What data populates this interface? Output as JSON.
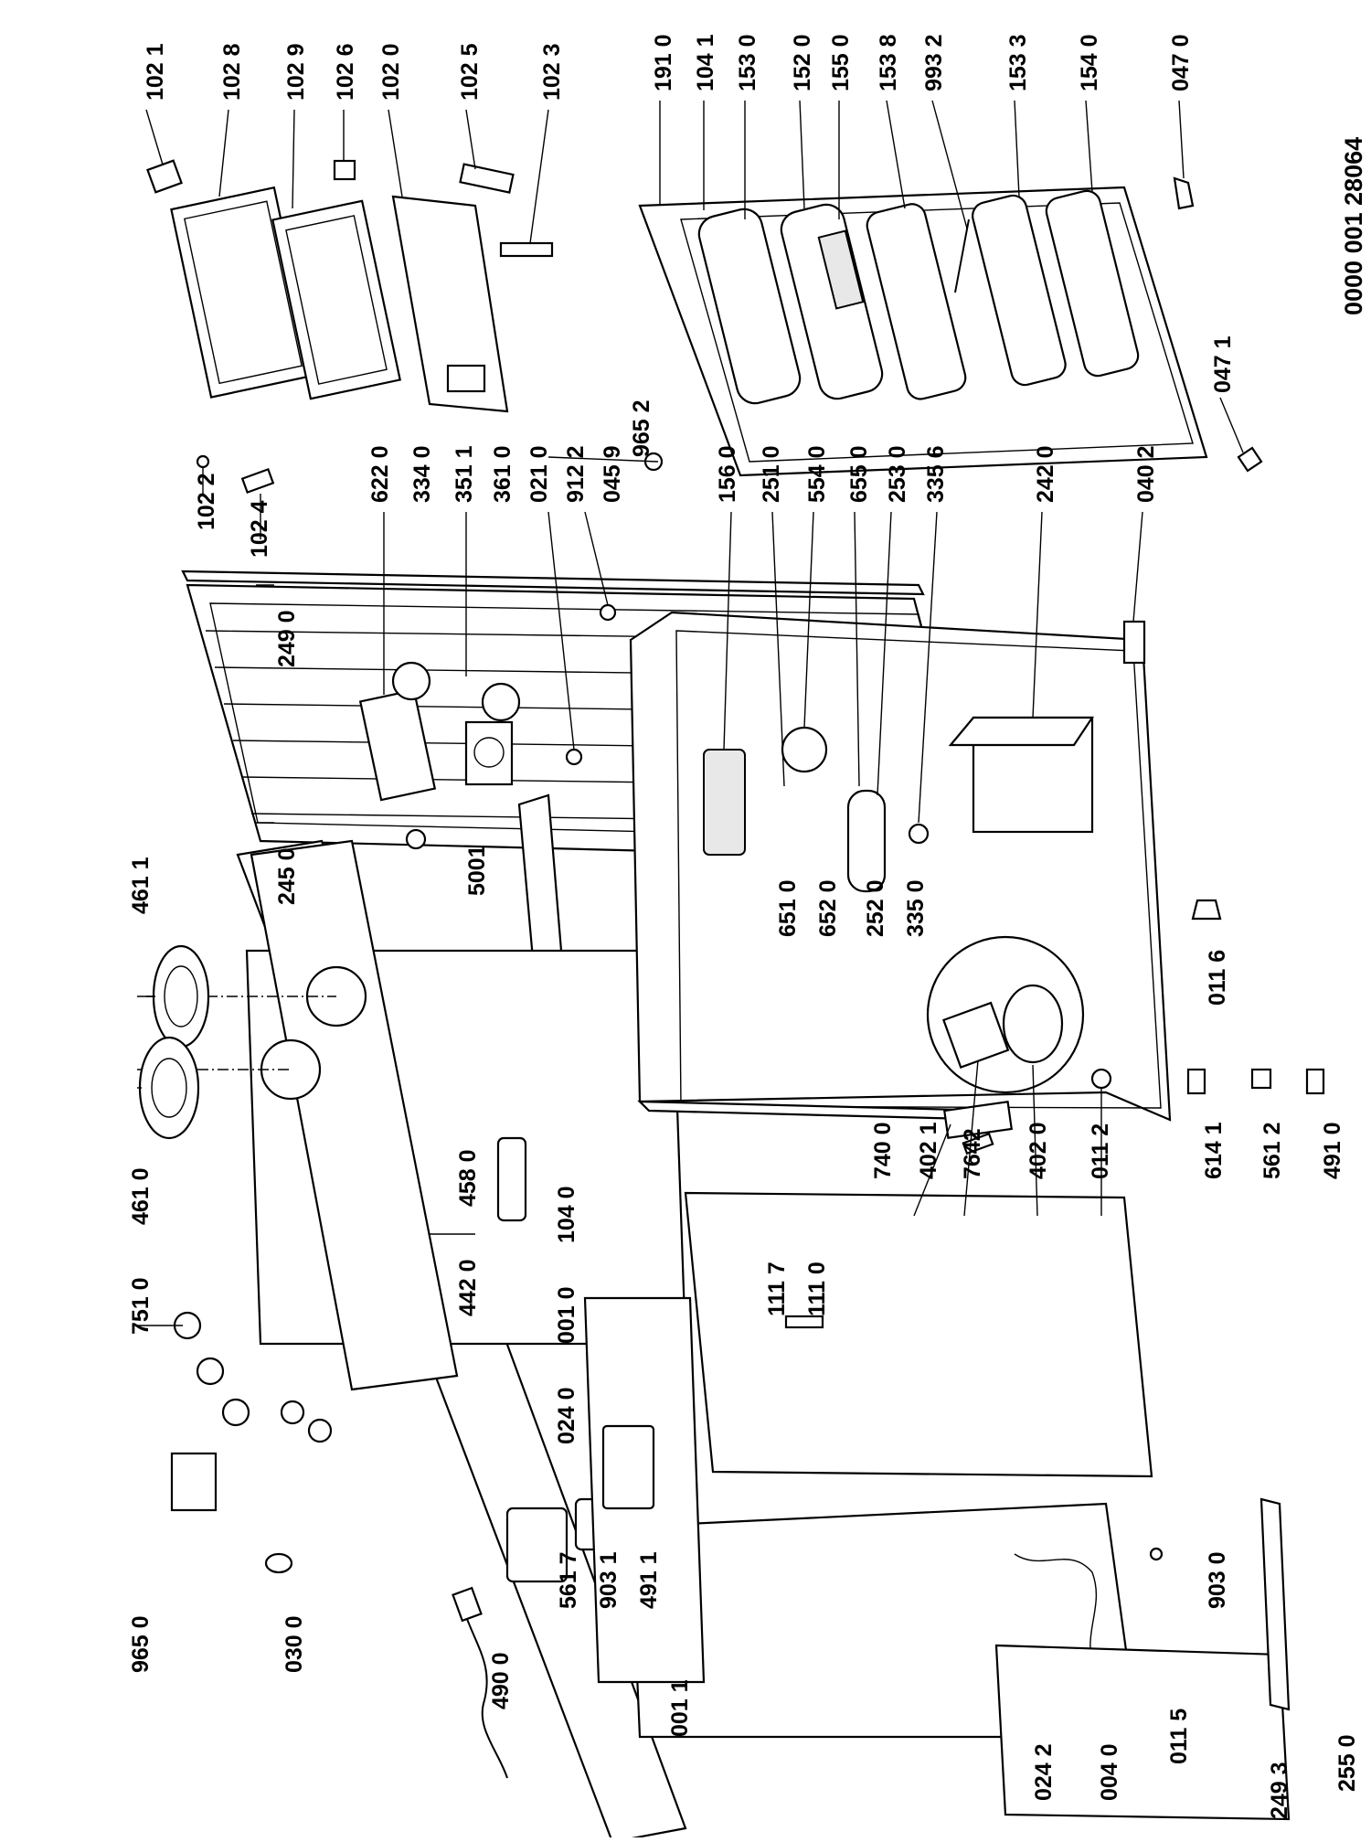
{
  "diagram": {
    "doc_number": "0000 001 28064",
    "labels": [
      "102 1",
      "102 8",
      "102 9",
      "102 6",
      "102 0",
      "102 5",
      "102 3",
      "191 0",
      "104 1",
      "153 0",
      "152 0",
      "155 0",
      "153 8",
      "993 2",
      "153 3",
      "154 0",
      "047 0",
      "102 2",
      "102 4",
      "249 0",
      "461 1",
      "245 0",
      "622 0",
      "334 0",
      "351 1",
      "361 0",
      "021 0",
      "912 2",
      "045 9",
      "5001",
      "156 0",
      "251 0",
      "554 0",
      "655 0",
      "253 0",
      "335 6",
      "242 0",
      "040 2",
      "965 2",
      "047 1",
      "751 0",
      "461 0",
      "458 0",
      "442 0",
      "104 0",
      "001 0",
      "024 0",
      "111 7",
      "111 0",
      "651 0",
      "652 0",
      "252 0",
      "335 0",
      "011 6",
      "740 0",
      "402 1",
      "7642",
      "402 0",
      "011 2",
      "614 1",
      "561 2",
      "491 0",
      "965 0",
      "030 0",
      "490 0",
      "561 7",
      "903 1",
      "491 1",
      "001 1",
      "024 2",
      "004 0",
      "011 5",
      "903 0",
      "255 0",
      "249 3"
    ]
  }
}
